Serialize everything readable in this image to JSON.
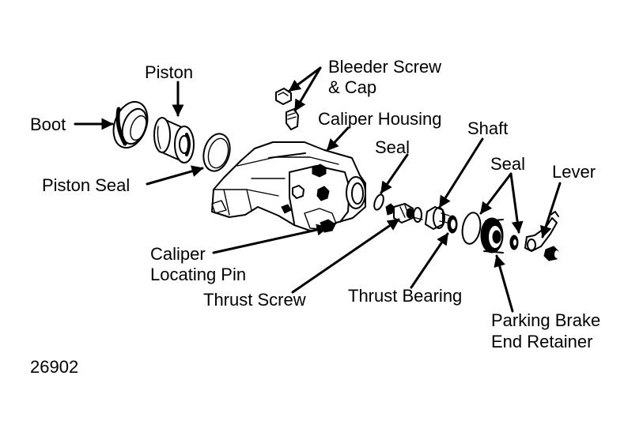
{
  "diagram": {
    "labels": {
      "piston": "Piston",
      "boot": "Boot",
      "piston_seal": "Piston Seal",
      "bleeder_line1": "Bleeder Screw",
      "bleeder_line2": "& Cap",
      "caliper_housing": "Caliper Housing",
      "seal_inner": "Seal",
      "shaft": "Shaft",
      "seal_outer": "Seal",
      "lever": "Lever",
      "locating_pin_line1": "Caliper",
      "locating_pin_line2": "Locating Pin",
      "thrust_screw": "Thrust Screw",
      "thrust_bearing": "Thrust Bearing",
      "parking_retainer_line1": "Parking Brake",
      "parking_retainer_line2": "End Retainer"
    },
    "figure_number": "26902"
  }
}
